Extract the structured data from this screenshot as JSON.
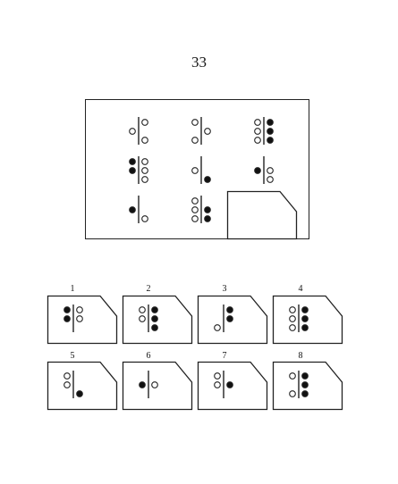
{
  "page": {
    "number": "33"
  },
  "matrix": {
    "cells": [
      {
        "left": [
          0,
          1,
          0
        ],
        "right": [
          1,
          0,
          1
        ]
      },
      {
        "left": [
          1,
          0,
          1
        ],
        "right": [
          0,
          1,
          0
        ]
      },
      {
        "left": [
          1,
          1,
          1
        ],
        "right": [
          2,
          2,
          2
        ]
      },
      {
        "left": [
          2,
          2,
          0
        ],
        "right": [
          1,
          1,
          1
        ]
      },
      {
        "left": [
          0,
          1,
          0
        ],
        "right": [
          0,
          0,
          2
        ]
      },
      {
        "left": [
          0,
          2,
          0
        ],
        "right": [
          0,
          1,
          1
        ]
      },
      {
        "left": [
          0,
          2,
          0
        ],
        "right": [
          0,
          0,
          1
        ]
      },
      {
        "left": [
          1,
          1,
          1
        ],
        "right": [
          0,
          2,
          2
        ]
      },
      null
    ]
  },
  "answers": [
    {
      "number": "1",
      "left": [
        2,
        2,
        0
      ],
      "right": [
        1,
        1,
        0
      ]
    },
    {
      "number": "2",
      "left": [
        1,
        1,
        0
      ],
      "right": [
        2,
        2,
        2
      ]
    },
    {
      "number": "3",
      "left": [
        0,
        0,
        1
      ],
      "right": [
        2,
        2,
        0
      ]
    },
    {
      "number": "4",
      "left": [
        1,
        1,
        1
      ],
      "right": [
        2,
        2,
        2
      ]
    },
    {
      "number": "5",
      "left": [
        1,
        1,
        0
      ],
      "right": [
        0,
        0,
        2
      ]
    },
    {
      "number": "6",
      "left": [
        0,
        2,
        0
      ],
      "right": [
        0,
        1,
        0
      ]
    },
    {
      "number": "7",
      "left": [
        1,
        1,
        0
      ],
      "right": [
        0,
        2,
        0
      ]
    },
    {
      "number": "8",
      "left": [
        1,
        0,
        1
      ],
      "right": [
        2,
        2,
        2
      ]
    }
  ],
  "colors": {
    "stroke": "#222222",
    "filled": "#111111",
    "hollow": "#ffffff"
  }
}
